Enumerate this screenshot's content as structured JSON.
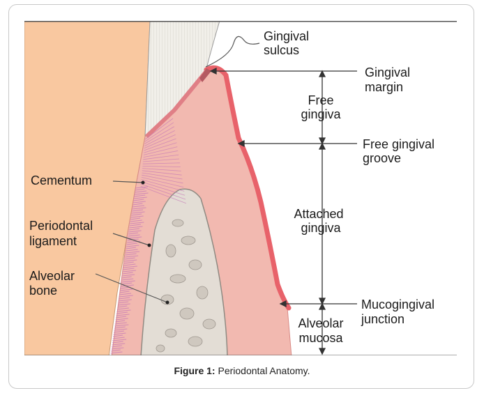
{
  "diagram": {
    "labels": {
      "gingival_sulcus": [
        "Gingival",
        "sulcus"
      ],
      "gingival_margin": [
        "Gingival",
        "margin"
      ],
      "free_gingiva": [
        "Free",
        "gingiva"
      ],
      "free_gingival_groove": [
        "Free gingival",
        "groove"
      ],
      "cementum": "Cementum",
      "periodontal_ligament": [
        "Periodontal",
        "ligament"
      ],
      "attached_gingiva": [
        "Attached",
        "gingiva"
      ],
      "alveolar_bone": [
        "Alveolar",
        "bone"
      ],
      "mucogingival_junction": [
        "Mucogingival",
        "junction"
      ],
      "alveolar_mucosa": [
        "Alveolar",
        "mucosa"
      ]
    }
  },
  "caption": {
    "prefix": "Figure 1:",
    "text": " Periodontal Anatomy."
  },
  "colors": {
    "tooth": "#f9c8a0",
    "enamel": "#f1efe9",
    "gingiva": "#f2b9b0",
    "gingiva_edge": "#e8626a",
    "bone": "#e3ddd5",
    "ligament": "#c577b7"
  }
}
